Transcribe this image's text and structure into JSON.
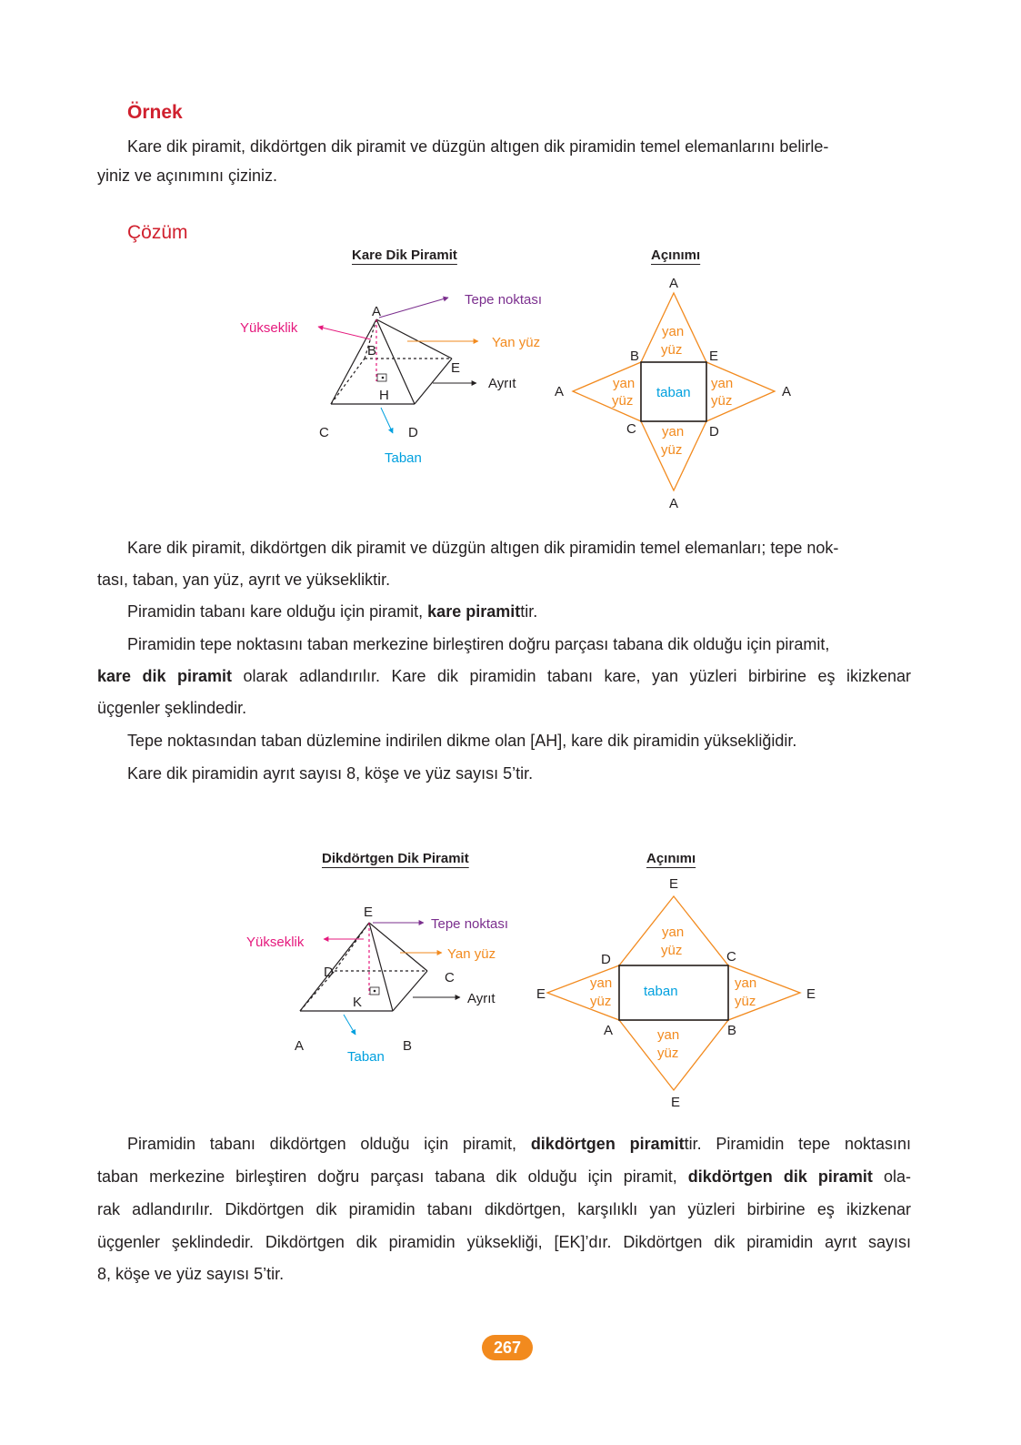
{
  "example": {
    "title": "Örnek",
    "line1": "Kare dik piramit, dikdörtgen dik piramit ve düzgün altıgen dik piramidin temel elemanlarını belirle-",
    "line2": "yiniz ve açınımını çiziniz."
  },
  "solution": {
    "title": "Çözüm"
  },
  "diagram1": {
    "title": "Kare Dik Piramit",
    "labels": {
      "A": "A",
      "B": "B",
      "C": "C",
      "D": "D",
      "E": "E",
      "H": "H",
      "tepe": "Tepe noktası",
      "yukseklik": "Yükseklik",
      "yanyuz": "Yan yüz",
      "ayrit": "Ayrıt",
      "taban": "Taban"
    }
  },
  "net1": {
    "title": "Açınımı",
    "labels": {
      "A_top": "A",
      "A_left": "A",
      "A_right": "A",
      "A_bottom": "A",
      "B": "B",
      "C": "C",
      "D": "D",
      "E": "E",
      "yan": "yan",
      "yuz": "yüz",
      "taban": "taban"
    }
  },
  "paragraphs1": {
    "p1_line1": "Kare dik piramit, dikdörtgen dik piramit ve düzgün altıgen dik piramidin temel elemanları; tepe nok-",
    "p1_line2": "tası, taban, yan yüz, ayrıt ve yüksekliktir.",
    "p2_a": "Piramidin tabanı kare olduğu için piramit, ",
    "p2_b": "kare piramit",
    "p2_c": "tir.",
    "p3_line1": "Piramidin tepe noktasını taban merkezine birleştiren doğru parçası tabana dik olduğu için piramit,",
    "p3_line2_b": "kare dik piramit",
    "p3_line2_c": " olarak adlandırılır. Kare dik piramidin tabanı kare, yan yüzleri birbirine eş ikizkenar",
    "p3_line3": "üçgenler şeklindedir.",
    "p4": "Tepe noktasından taban düzlemine indirilen dikme olan [AH], kare dik piramidin yüksekliğidir.",
    "p5": "Kare dik piramidin ayrıt sayısı 8, köşe ve yüz sayısı 5’tir."
  },
  "diagram2": {
    "title": "Dikdörtgen Dik Piramit",
    "labels": {
      "A": "A",
      "B": "B",
      "C": "C",
      "D": "D",
      "E": "E",
      "K": "K",
      "tepe": "Tepe noktası",
      "yukseklik": "Yükseklik",
      "yanyuz": "Yan yüz",
      "ayrit": "Ayrıt",
      "taban": "Taban"
    }
  },
  "net2": {
    "title": "Açınımı",
    "labels": {
      "E_top": "E",
      "E_left": "E",
      "E_right": "E",
      "E_bottom": "E",
      "A": "A",
      "B": "B",
      "C": "C",
      "D": "D",
      "yan": "yan",
      "yuz": "yüz",
      "taban": "taban"
    }
  },
  "paragraphs2": {
    "l1_a": "Piramidin tabanı dikdörtgen olduğu için piramit, ",
    "l1_b": "dikdörtgen piramit",
    "l1_c": "tir. Piramidin tepe noktasını",
    "l2_a": "taban merkezine birleştiren doğru parçası tabana dik olduğu için piramit, ",
    "l2_b": "dikdörtgen dik piramit",
    "l2_c": " ola-",
    "l3": "rak adlandırılır. Dikdörtgen dik piramidin tabanı dikdörtgen, karşılıklı yan yüzleri birbirine eş ikizkenar",
    "l4": "üçgenler şeklindedir. Dikdörtgen dik piramidin yüksekliği, [EK]’dır. Dikdörtgen dik piramidin ayrıt sayısı",
    "l5": "8, köşe ve yüz sayısı 5’tir."
  },
  "page": {
    "number": "267"
  },
  "colors": {
    "heading": "#d0202e",
    "orange": "#f28a1e",
    "purple": "#7b2f8e",
    "magenta": "#e5197d",
    "cyan": "#00a0df",
    "text": "#231f20"
  }
}
